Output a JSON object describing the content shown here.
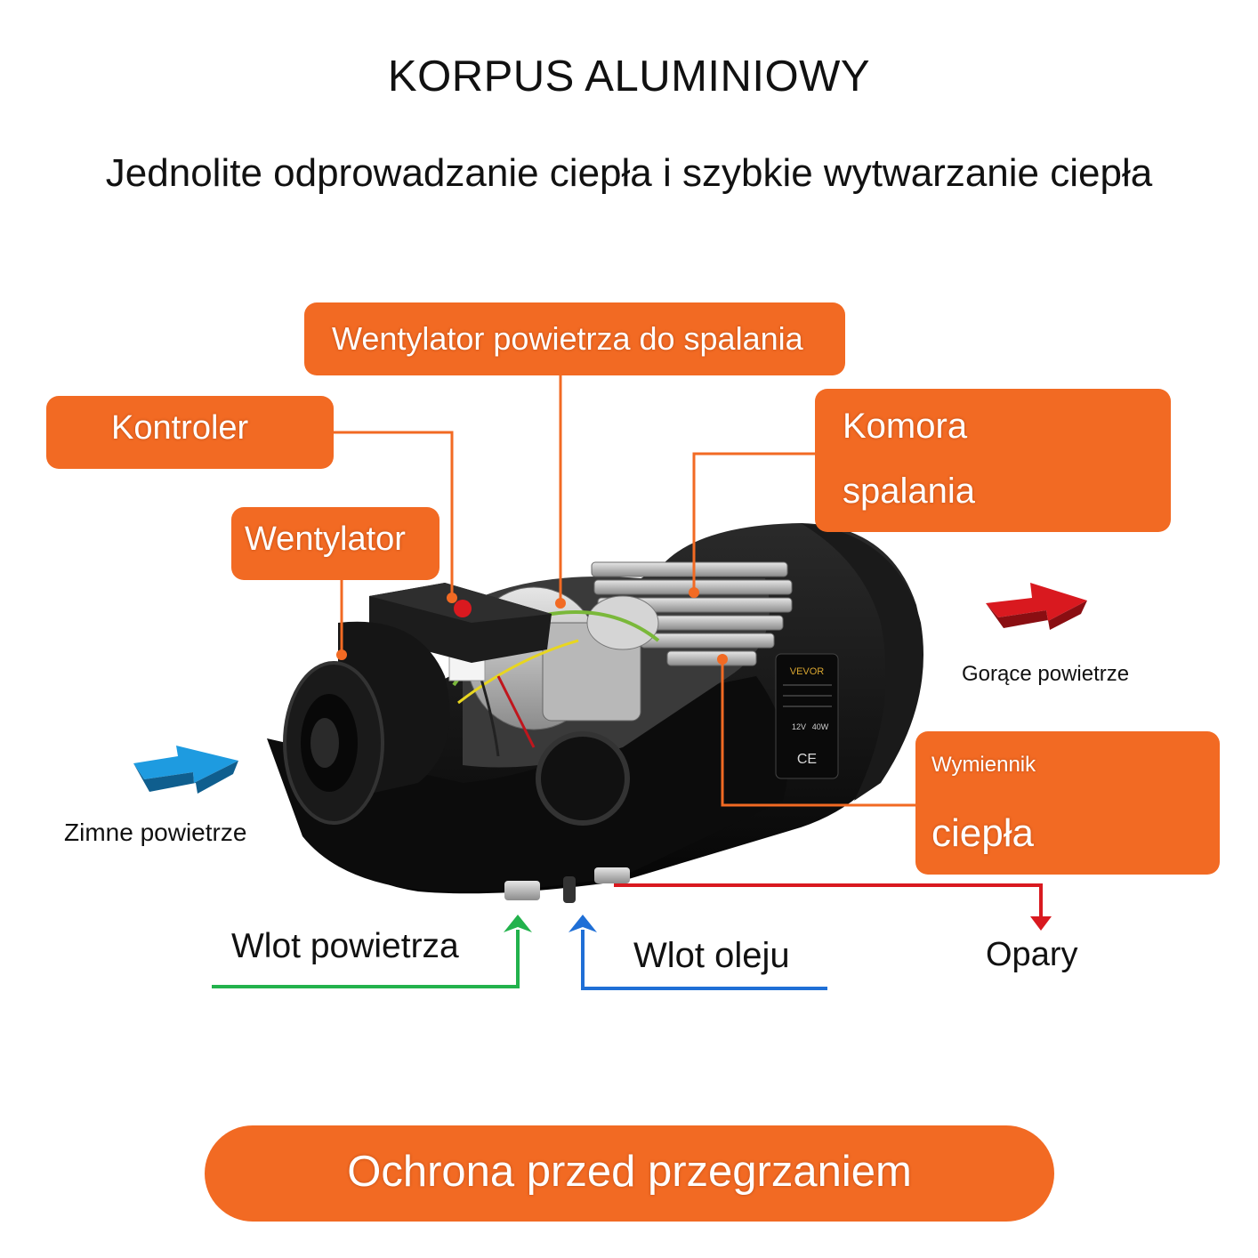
{
  "header": {
    "title": "KORPUS ALUMINIOWY",
    "subtitle": "Jednolite odprowadzanie ciepła i szybkie wytwarzanie ciepła"
  },
  "callouts": {
    "combustion_fan": "Wentylator powietrza do spalania",
    "controller": "Kontroler",
    "fan": "Wentylator",
    "chamber_line1": "Komora",
    "chamber_line2": "spalania",
    "exchanger_line1": "Wymiennik",
    "exchanger_line2": "ciepła"
  },
  "airflow": {
    "cold": "Zimne powietrze",
    "hot": "Gorące powietrze"
  },
  "ports": {
    "air_inlet": "Wlot powietrza",
    "oil_inlet": "Wlot oleju",
    "exhaust": "Opary"
  },
  "device": {
    "brand": "VEVOR",
    "mark": "CE",
    "plate_lines": [
      "12V",
      "40W"
    ]
  },
  "footer": {
    "label": "Ochrona przed przegrzaniem"
  },
  "colors": {
    "callout": "#f26a23",
    "air_inlet_arrow": "#22b24c",
    "oil_inlet_arrow": "#1f6fd6",
    "exhaust_arrow": "#d9191f",
    "cold_air_arrow": "#1e9be0",
    "hot_air_arrow": "#d9191f"
  }
}
